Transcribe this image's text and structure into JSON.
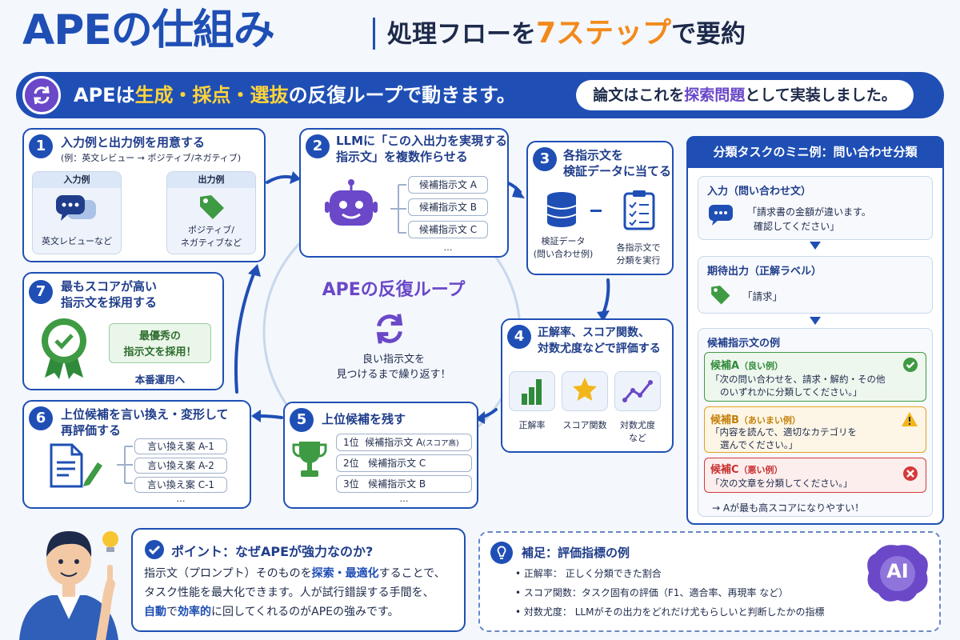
{
  "title": {
    "main": "APEの仕組み",
    "sub_a": "処理フローを",
    "sub_hl": "7ステップ",
    "sub_b": "で要約"
  },
  "banner": {
    "a": "APEは",
    "hl": "生成・採点・選抜",
    "b": "の反復ループで動きます。",
    "pill_a": "論文はこれを",
    "pill_hl": "探索問題",
    "pill_b": "として実装しました。"
  },
  "steps": {
    "s1": {
      "num": "1",
      "title": "入力例と出力例を用意する",
      "note": "(例：英文レビュー → ポジティブ/ネガティブ)",
      "in_h": "入力例",
      "in_lbl": "英文レビューなど",
      "out_h": "出力例",
      "out_lbl1": "ポジティブ/",
      "out_lbl2": "ネガティブなど"
    },
    "s2": {
      "num": "2",
      "title1": "LLMに「この入出力を実現する",
      "title2": "指示文」を複数作らせる",
      "items": [
        "候補指示文 A",
        "候補指示文 B",
        "候補指示文 C"
      ],
      "more": "…"
    },
    "s3": {
      "num": "3",
      "title1": "各指示文を",
      "title2": "検証データに当てる",
      "l1a": "検証データ",
      "l1b": "(問い合わせ例)",
      "l2a": "各指示文で",
      "l2b": "分類を実行"
    },
    "s4": {
      "num": "4",
      "title1": "正解率、スコア関数、",
      "title2": "対数尤度などで評価する",
      "m1": "正解率",
      "m2": "スコア関数",
      "m3a": "対数尤度",
      "m3b": "など"
    },
    "s5": {
      "num": "5",
      "title": "上位候補を残す",
      "r1a": "1位",
      "r1b": "候補指示文 A",
      "r1c": "(スコア高)",
      "r2a": "2位",
      "r2b": "候補指示文 C",
      "r3a": "3位",
      "r3b": "候補指示文 B",
      "more": "…"
    },
    "s6": {
      "num": "6",
      "title1": "上位候補を言い換え・変形して",
      "title2": "再評価する",
      "items": [
        "言い換え案 A-1",
        "言い換え案 A-2",
        "言い換え案 C-1"
      ],
      "more": "…"
    },
    "s7": {
      "num": "7",
      "title1": "最もスコアが高い",
      "title2": "指示文を採用する",
      "best1": "最優秀の",
      "best2": "指示文を採用！",
      "prod": "本番運用へ"
    }
  },
  "loop": {
    "title": "APEの反復ループ",
    "d1": "良い指示文を",
    "d2": "見つけるまで繰り返す！"
  },
  "sidebar": {
    "title": "分類タスクのミニ例：問い合わせ分類",
    "input_h": "入力（問い合わせ文）",
    "input_t1": "「請求書の金額が違います。",
    "input_t2": "確認してください」",
    "exp_h": "期待出力（正解ラベル）",
    "exp_t": "「請求」",
    "cand_h": "候補指示文の例",
    "a_h": "候補A",
    "a_tag": "（良い例）",
    "a_t1": "「次の問い合わせを、請求・解約・その他",
    "a_t2": "のいずれかに分類してください。」",
    "b_h": "候補B",
    "b_tag": "（あいまい例）",
    "b_t1": "「内容を読んで、適切なカテゴリを",
    "b_t2": "選んでください。」",
    "c_h": "候補C",
    "c_tag": "（悪い例）",
    "c_t1": "「次の文章を分類してください。」",
    "conclusion": "→ Aが最も高スコアになりやすい！"
  },
  "point": {
    "title": "ポイント：なぜAPEが強力なのか?",
    "l1a": "指示文（プロンプト）そのものを",
    "l1b": "探索・最適化",
    "l1c": "することで、",
    "l2": "タスク性能を最大化できます。人が試行錯誤する手間を、",
    "l3a": "自動",
    "l3b": "で",
    "l3c": "効率的",
    "l3d": "に回してくれるのがAPEの強みです。"
  },
  "note": {
    "title": "補足：評価指標の例",
    "items": [
      "正解率：  正しく分類できた割合",
      "スコア関数：タスク固有の評価（F1、適合率、再現率 など）",
      "対数尤度：  LLMがその出力をどれだけ尤もらしいと判断したかの指標"
    ],
    "ai": "AI"
  },
  "colors": {
    "primary": "#1f4fb5",
    "accent": "#f28a1b",
    "purple": "#6a48c8",
    "green": "#2f8a3a",
    "warn": "#e0a21b",
    "bad": "#d43a3a"
  }
}
